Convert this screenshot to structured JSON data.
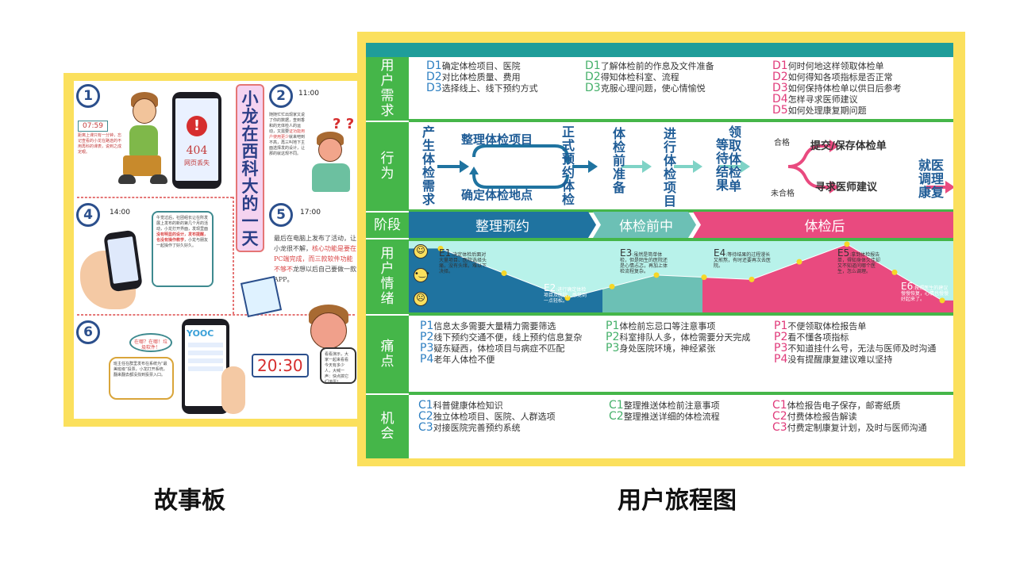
{
  "storyboard": {
    "title_chars": [
      "小",
      "龙",
      "在",
      "西",
      "科",
      "大",
      "的",
      "一",
      "天"
    ],
    "panels": [
      {
        "num": "1",
        "time": "07:59",
        "note": "距离上课只有一分钟，忘记查看的小龙在路途的不用再科的课表，说到之成定眼。"
      },
      {
        "num": "2",
        "time": "11:00",
        "note": "随随忙忙出现家又说了你的数据，查到香和的无体检人的运动，又需要",
        "note_highlight": "证功能用户使用更少",
        "note_tail": "就来吧到不高，再三叫地下主面选择发的设计，让那的就这规不同。"
      },
      {
        "num": "4",
        "time": "14:00",
        "note": "午觉过后，社团组长让在所发展上发布的新的第几个月的活动，小龙打开界面，发现里面",
        "note_highlight": "没有明显的设计，发布提醒，也没有操作教学",
        "note_tail": "，小龙与朋友一起操作了好久好久。"
      },
      {
        "num": "5",
        "time": "17:00",
        "note": "最后在电脑上发布了活动，让小龙很不解，",
        "note_highlight": "核心功能是要在PC端完成，而三款软件功能不够不",
        "note_tail": "龙想以后自己要做一款APP。"
      },
      {
        "num": "6",
        "time": "20:30",
        "bubble": "在哪？在哪！垃圾软件！",
        "note": "班主任在群里发布在系统为“最美班级”投票，小龙打开系统，翻来翻去都没找到投票入口。",
        "note2": "看看演示，大家一起来看看今天有多少人，大喊一声：快点搞它们滚蛋！"
      }
    ],
    "phone_error": {
      "code": "404",
      "text": "网页丢失"
    },
    "phone_logo": "YOOC"
  },
  "journey": {
    "row_labels": {
      "needs": "用户需求",
      "actions": "行为",
      "stages": "阶段",
      "emotions": "用户情绪",
      "pains": "痛点",
      "opportunities": "机会"
    },
    "needs": [
      [
        {
          "code": "D1",
          "text": "确定体检项目、医院"
        },
        {
          "code": "D2",
          "text": "对比体检质量、费用"
        },
        {
          "code": "D3",
          "text": "选择线上、线下预约方式"
        }
      ],
      [
        {
          "code": "D1",
          "text": "了解体检前的作息及文件准备"
        },
        {
          "code": "D2",
          "text": "得知体检科室、流程"
        },
        {
          "code": "D3",
          "text": "克服心理问题，使心情愉悦"
        }
      ],
      [
        {
          "code": "D1",
          "text": "何时何地这样领取体检单"
        },
        {
          "code": "D2",
          "text": "如何得知各项指标是否正常"
        },
        {
          "code": "D3",
          "text": "如何保持体检单以供日后参考"
        },
        {
          "code": "D4",
          "text": "怎样寻求医师建议"
        },
        {
          "code": "D5",
          "text": "如何处理康复期问题"
        }
      ]
    ],
    "actions": {
      "a1": "产生体检需求",
      "a2_top": "整理体检项目",
      "a2_bottom": "确定体检地点",
      "a3": "正式预约体检",
      "a4": "体检前准备",
      "a5": "进行体检项目",
      "a6": "等待结果",
      "a7": "领取体检单",
      "branch_pass": "合格",
      "branch_fail": "未合格",
      "a8_top": "提交/保存体检单",
      "a8_bottom": "寻求医师建议",
      "a9": "就医调理康复"
    },
    "stages": [
      {
        "label": "整理预约",
        "color": "#1f73a0"
      },
      {
        "label": "体检前中",
        "color": "#6cc0b5"
      },
      {
        "label": "体检后",
        "color": "#e94a7f"
      }
    ],
    "emotions": [
      {
        "code": "E1",
        "text": ":决定体检后面对大量项目、医院选择头痛，没有头绪，难以下决择。"
      },
      {
        "code": "E2",
        "text": ":进行确定体检项目及医院，感觉到一点轻松。"
      },
      {
        "code": "E3",
        "text": ":虽然是简单体检，但是陌生的医院还是心情忐忑，再加上体检流程复杂。"
      },
      {
        "code": "E4",
        "text": ":等待结果的过程漫长又煎熬，有时还要再次去医院。"
      },
      {
        "code": "E5",
        "text": ":拿到体检报告单，得知身体欠佳却又不知道问哪个医生，怎么调理。"
      },
      {
        "code": "E6",
        "text": ":按照医生的建议慢慢恢复，心情也慢慢好起来了。"
      }
    ],
    "chart_data": {
      "type": "line",
      "x": [
        "E1",
        "E2",
        "E3",
        "E4",
        "E5",
        "E6"
      ],
      "y": [
        0.12,
        0.92,
        0.55,
        0.62,
        0.05,
        0.96
      ]
    },
    "pains": [
      [
        {
          "code": "P1",
          "text": "信息太多需要大量精力需要筛选"
        },
        {
          "code": "P2",
          "text": "线下预约交通不便，线上预约信息复杂"
        },
        {
          "code": "P3",
          "text": "疑东疑西，体检项目与病症不匹配"
        },
        {
          "code": "P4",
          "text": "老年人体检不便"
        }
      ],
      [
        {
          "code": "P1",
          "text": "体检前忘忌口等注意事项"
        },
        {
          "code": "P2",
          "text": "科室排队人多，体检需要分天完成"
        },
        {
          "code": "P3",
          "text": "身处医院环境，神经紧张"
        }
      ],
      [
        {
          "code": "P1",
          "text": "不便领取体检报告单"
        },
        {
          "code": "P2",
          "text": "看不懂各项指标"
        },
        {
          "code": "P3",
          "text": "不知道挂什么号，无法与医师及时沟通"
        },
        {
          "code": "P4",
          "text": "没有提醒康复建议难以坚持"
        }
      ]
    ],
    "opportunities": [
      [
        {
          "code": "C1",
          "text": "科普健康体检知识"
        },
        {
          "code": "C2",
          "text": "独立体检项目、医院、人群选项"
        },
        {
          "code": "C3",
          "text": "对接医院完善预约系统"
        }
      ],
      [
        {
          "code": "C1",
          "text": "整理推送体检前注意事项"
        },
        {
          "code": "C2",
          "text": "整理推送详细的体检流程"
        }
      ],
      [
        {
          "code": "C1",
          "text": "体检报告电子保存，邮寄纸质"
        },
        {
          "code": "C2",
          "text": "付费体检报告解读"
        },
        {
          "code": "C3",
          "text": "付费定制康复计划，及时与医师沟通"
        }
      ]
    ]
  },
  "captions": {
    "left": "故事板",
    "right": "用户旅程图"
  },
  "colors": {
    "frame": "#fbe05d",
    "row_label": "#45b649",
    "action_blue": "#1f5c96",
    "arrow_teal": "#7fd3c6",
    "arrow_pink": "#e94a7f"
  }
}
